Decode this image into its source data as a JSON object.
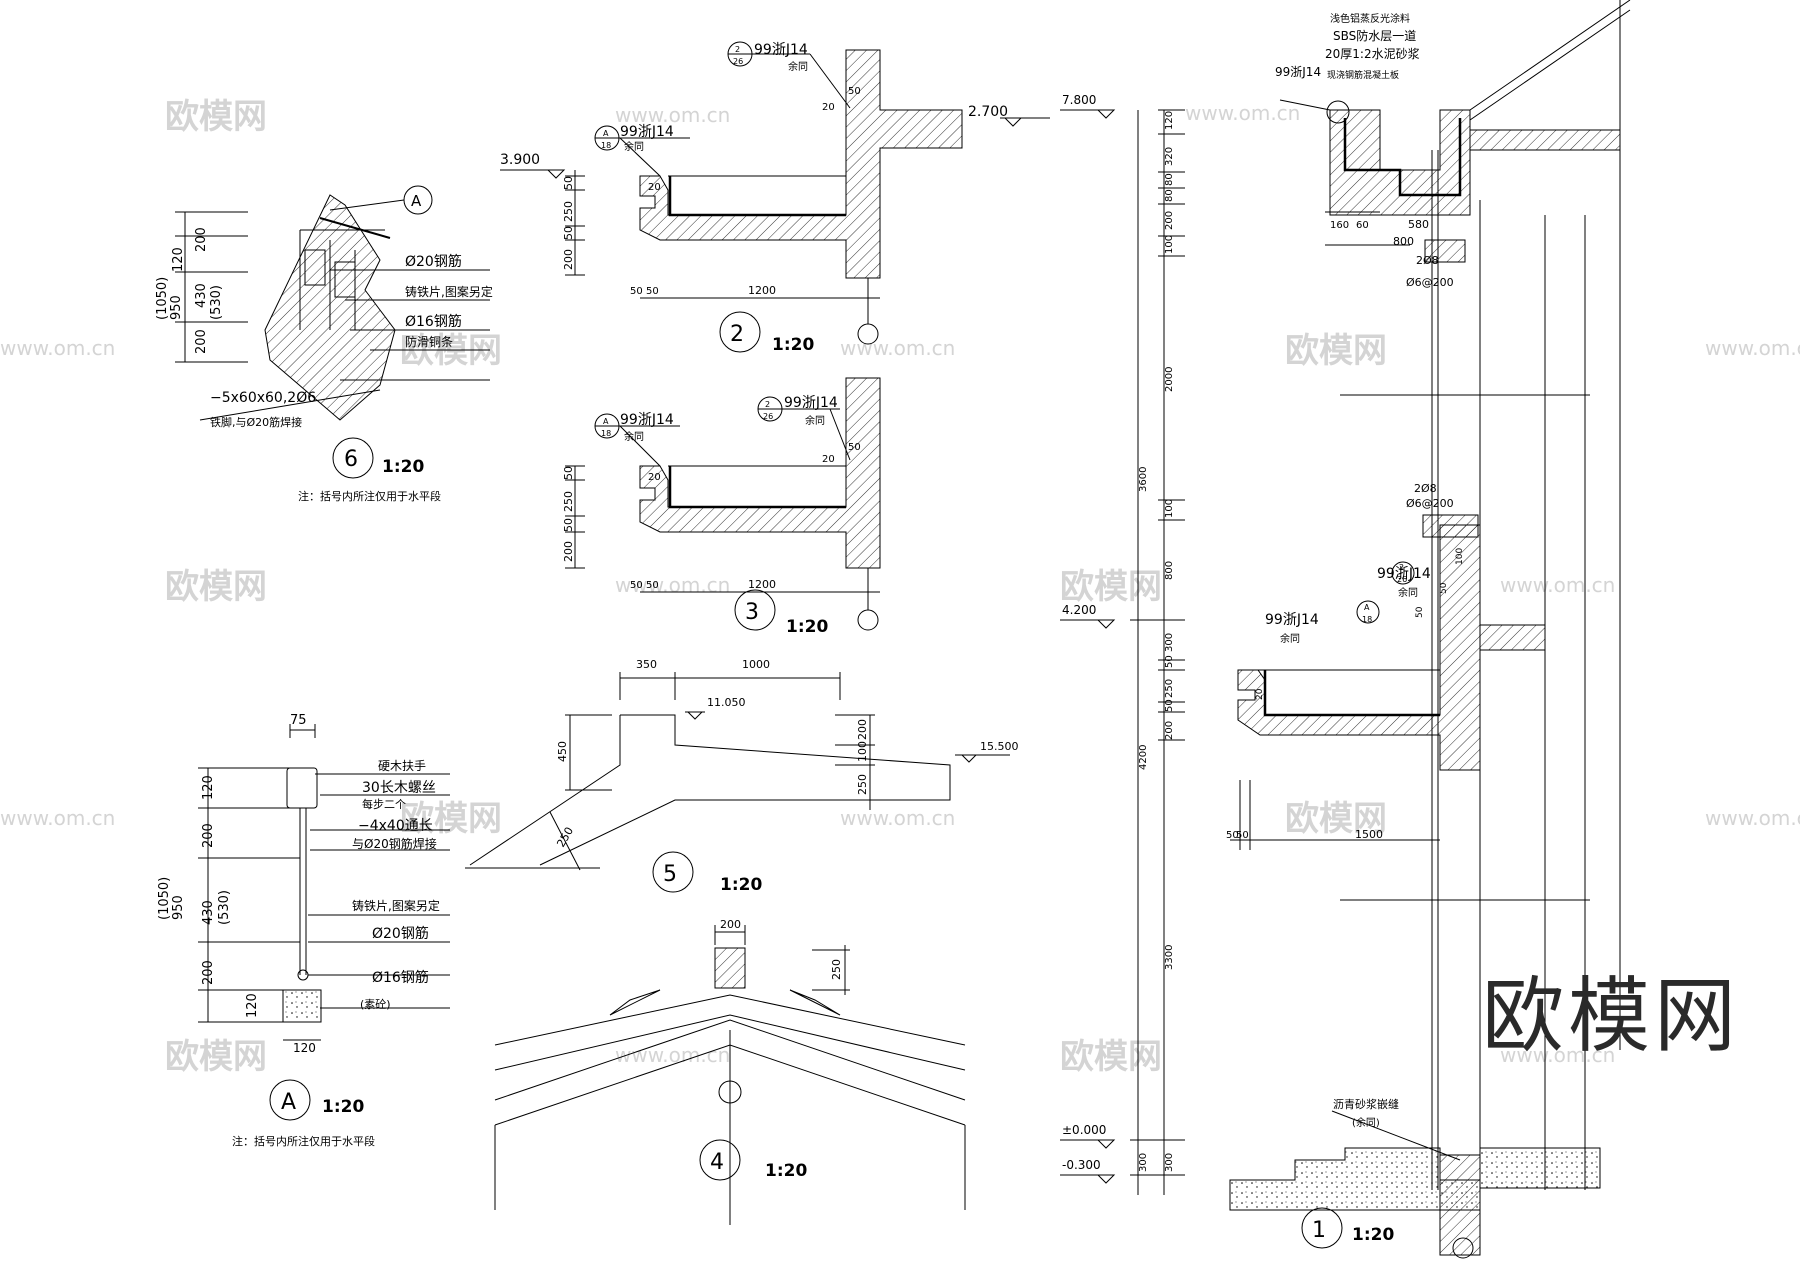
{
  "watermark": {
    "text": "欧模网",
    "url": "www.om.cn"
  },
  "brand": "欧模网",
  "details": [
    {
      "id": "6",
      "scale": "1:20"
    },
    {
      "id": "2",
      "scale": "1:20"
    },
    {
      "id": "3",
      "scale": "1:20"
    },
    {
      "id": "5",
      "scale": "1:20"
    },
    {
      "id": "4",
      "scale": "1:20"
    },
    {
      "id": "A",
      "scale": "1:20"
    },
    {
      "id": "1",
      "scale": "1:20"
    }
  ],
  "detail6": {
    "dims": [
      "120",
      "200",
      "430",
      "200",
      "950",
      "(1050)",
      "(530)"
    ],
    "labels": [
      "Ø20钢筋",
      "铸铁片,图案另定",
      "Ø16钢筋",
      "防滑铜条",
      "−5x60x60,2Ø6",
      "铁脚,与Ø20筋焊接"
    ],
    "callout": "A",
    "note": "注：括号内所注仅用于水平段"
  },
  "detailA": {
    "dims": [
      "75",
      "120",
      "200",
      "430",
      "200",
      "950",
      "(1050)",
      "(530)",
      "120",
      "120"
    ],
    "labels": [
      "硬木扶手",
      "30长木螺丝",
      "每步二个",
      "−4x40通长",
      "与Ø20钢筋焊接",
      "铸铁片,图案另定",
      "Ø20钢筋",
      "Ø16钢筋",
      "(素砼)"
    ],
    "note": "注：括号内所注仅用于水平段"
  },
  "detail2": {
    "level_left": "3.900",
    "level_right": "2.700",
    "ref1": "99浙J14",
    "ref1_circle": [
      "2",
      "26"
    ],
    "ref1_sub": "余同",
    "ref2": "99浙J14",
    "ref2_circle": [
      "A",
      "18"
    ],
    "ref2_sub": "余同",
    "dims": [
      "50",
      "250",
      "50",
      "200",
      "50",
      "50",
      "1200",
      "50",
      "20",
      "20"
    ]
  },
  "detail3": {
    "ref1": "99浙J14",
    "ref1_circle": [
      "A",
      "18"
    ],
    "ref1_sub": "余同",
    "ref2": "99浙J14",
    "ref2_circle": [
      "2",
      "26"
    ],
    "ref2_sub": "余同",
    "dims": [
      "50",
      "250",
      "50",
      "200",
      "50",
      "50",
      "1200",
      "50",
      "20",
      "20"
    ]
  },
  "detail5": {
    "dims": [
      "350",
      "1000",
      "450",
      "200",
      "100",
      "250",
      "250"
    ],
    "levels": [
      "11.050",
      "15.500"
    ]
  },
  "detail4": {
    "dims": [
      "200",
      "250"
    ]
  },
  "detail1": {
    "levels": [
      "7.800",
      "4.200",
      "±0.000",
      "-0.300"
    ],
    "vdims": [
      "120",
      "320",
      "80",
      "80",
      "200",
      "100",
      "2000",
      "3600",
      "100",
      "800",
      "300",
      "50",
      "250",
      "50",
      "200",
      "4200",
      "3300",
      "300",
      "300"
    ],
    "roof_notes": [
      "浅色铝蒸反光涂料",
      "SBS防水层一道",
      "20厚1:2水泥砂浆",
      "现浇钢筋混凝土板"
    ],
    "ref_top": "99浙J14",
    "hdims": [
      "160",
      "60",
      "580",
      "800",
      "50",
      "50",
      "1500"
    ],
    "rebar": [
      "2Ø8",
      "Ø6@200",
      "2Ø8",
      "Ø6@200"
    ],
    "ref_mid": "99浙J14",
    "ref_mid_circle": [
      "2",
      "26"
    ],
    "ref_mid_sub": "余同",
    "ref_low": "99浙J14",
    "ref_low_circle": [
      "A",
      "18"
    ],
    "ref_low_sub": "余同",
    "dims_small": [
      "100",
      "50",
      "50",
      "20"
    ],
    "base_note": "沥青砂浆嵌缝",
    "base_note_sub": "(余同)"
  }
}
